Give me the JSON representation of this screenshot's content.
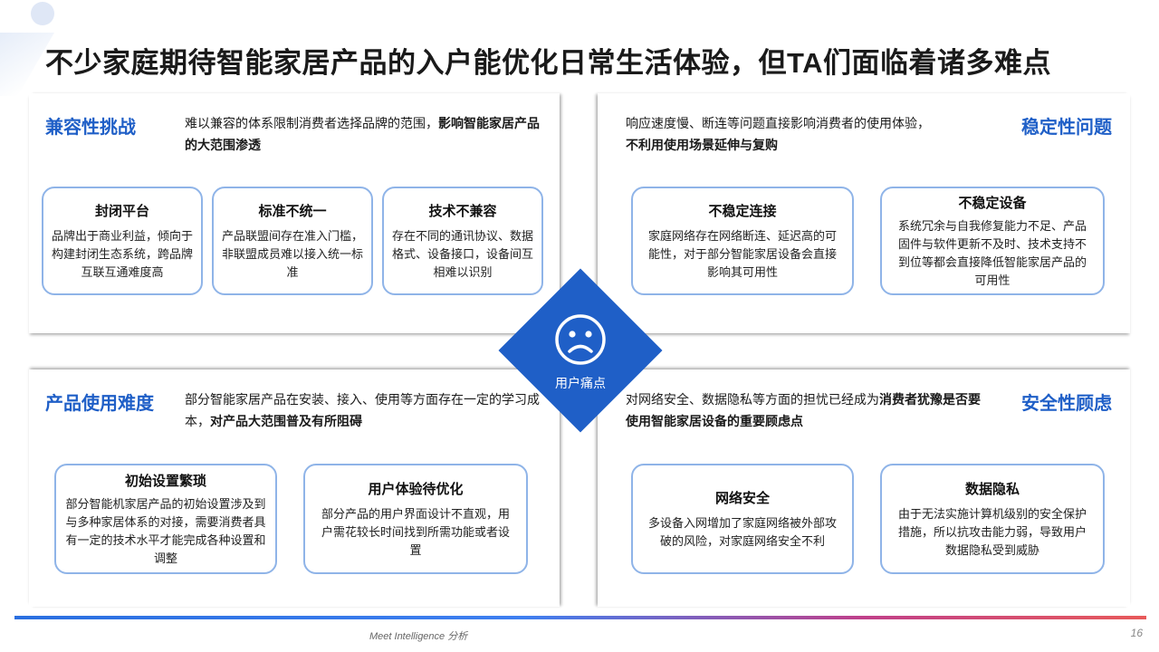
{
  "page": {
    "title": "不少家庭期待智能家居产品的入户能优化日常生活体验，但TA们面临着诸多难点",
    "footer": "Meet Intelligence 分析",
    "page_number": "16"
  },
  "colors": {
    "accent": "#1f5fc7",
    "card_border": "#8fb4e8"
  },
  "center": {
    "icon": "sad-face-icon",
    "label": "用户痛点"
  },
  "compatibility": {
    "title": "兼容性挑战",
    "desc_plain": "难以兼容的体系限制消费者选择品牌的范围，",
    "desc_bold": "影响智能家居产品的大范围渗透",
    "cards": [
      {
        "title": "封闭平台",
        "text": "品牌出于商业利益，倾向于构建封闭生态系统，跨品牌互联互通难度高"
      },
      {
        "title": "标准不统一",
        "text": "产品联盟间存在准入门槛，非联盟成员难以接入统一标准"
      },
      {
        "title": "技术不兼容",
        "text": "存在不同的通讯协议、数据格式、设备接口，设备间互相难以识别"
      }
    ]
  },
  "stability": {
    "title": "稳定性问题",
    "desc_plain": "响应速度慢、断连等问题直接影响消费者的使用体验，",
    "desc_bold": "不利用使用场景延伸与复购",
    "cards": [
      {
        "title": "不稳定连接",
        "text": "家庭网络存在网络断连、延迟高的可能性，对于部分智能家居设备会直接影响其可用性"
      },
      {
        "title": "不稳定设备",
        "text": "系统冗余与自我修复能力不足、产品固件与软件更新不及时、技术支持不到位等都会直接降低智能家居产品的可用性"
      }
    ]
  },
  "usability": {
    "title": "产品使用难度",
    "desc_plain": "部分智能家居产品在安装、接入、使用等方面存在一定的学习成本，",
    "desc_bold": "对产品大范围普及有所阻碍",
    "cards": [
      {
        "title": "初始设置繁琐",
        "text": "部分智能机家居产品的初始设置涉及到与多种家居体系的对接，需要消费者具有一定的技术水平才能完成各种设置和调整"
      },
      {
        "title": "用户体验待优化",
        "text": "部分产品的用户界面设计不直观，用户需花较长时间找到所需功能或者设置"
      }
    ]
  },
  "security": {
    "title": "安全性顾虑",
    "desc_plain": "对网络安全、数据隐私等方面的担忧已经成为",
    "desc_bold": "消费者犹豫是否要使用智能家居设备的重要顾虑点",
    "cards": [
      {
        "title": "网络安全",
        "text": "多设备入网增加了家庭网络被外部攻破的风险，对家庭网络安全不利"
      },
      {
        "title": "数据隐私",
        "text": "由于无法实施计算机级别的安全保护措施，所以抗攻击能力弱，导致用户数据隐私受到威胁"
      }
    ]
  }
}
